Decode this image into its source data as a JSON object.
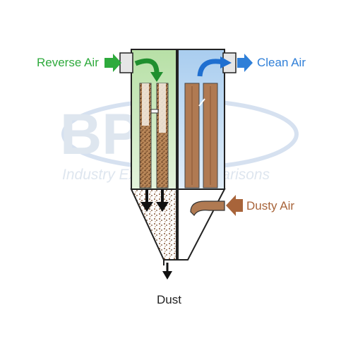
{
  "labels": {
    "reverse_air": "Reverse Air",
    "clean_air": "Clean Air",
    "dusty_air": "Dusty Air",
    "dust": "Dust"
  },
  "watermark": {
    "logo_text": "BPI",
    "tagline": "Industry Experts · Comparisons"
  },
  "colors": {
    "reverse_air": "#2eaa3c",
    "clean_air": "#2f7fd8",
    "dusty_air": "#a8643a",
    "left_chamber": "#cfe9c2",
    "right_chamber": "#c9ddf2",
    "dust_cake": "#8a5a36",
    "outline": "#222222"
  },
  "icons": [
    "reverse-air-arrow-icon",
    "clean-air-arrow-icon",
    "dusty-air-arrow-icon",
    "dust-down-arrow-icon"
  ]
}
